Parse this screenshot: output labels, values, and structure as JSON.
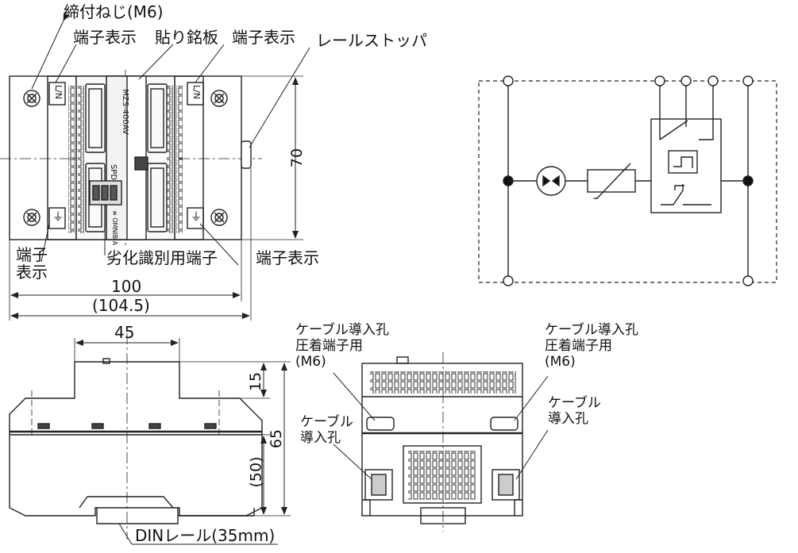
{
  "labels": {
    "screw": "締付ねじ(M6)",
    "terminal_display": "端子表示",
    "nameplate": "貼り銘板",
    "rail_stopper": "レールストッパ",
    "terminal_display_lower_left": "端子\n表示",
    "degradation_terminal": "劣化識別用端子",
    "terminal_display_lower_right": "端子表示",
    "cable_entry_crimp": "ケーブル導入孔\n圧着端子用\n(M6)",
    "cable_entry": "ケーブル\n導入孔",
    "din_rail": "DINレール(35mm)"
  },
  "dimensions": {
    "width": "100",
    "width_total": "(104.5)",
    "height_top": "70",
    "top_width": "45",
    "step_height": "15",
    "total_height": "65",
    "inner_height": "(50)"
  },
  "device_markings": {
    "line_mark": "L/N",
    "ground_mark": "⏚",
    "model": "MZS-400AV",
    "spd": "SPD",
    "brand": "≡ OMNIBIA"
  }
}
